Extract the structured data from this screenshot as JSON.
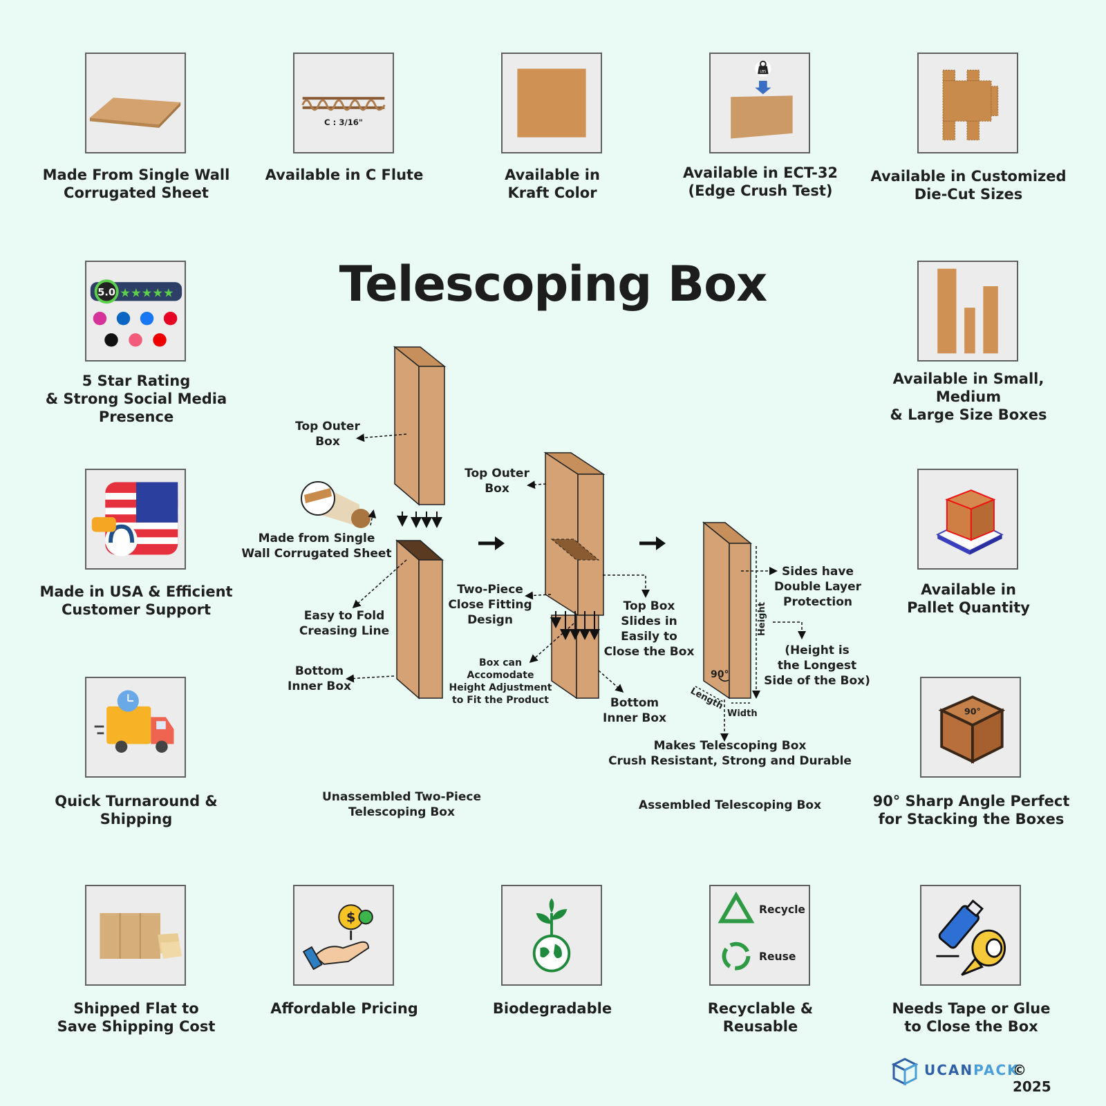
{
  "title": "Telescoping Box",
  "features": {
    "single_wall": "Made From Single Wall\nCorrugated Sheet",
    "c_flute": "Available in C Flute",
    "c_flute_label": "C : 3/16\"",
    "kraft": "Available in\nKraft Color",
    "ect": "Available in ECT-32\n(Edge Crush Test)",
    "ect_weight_label": "LBS",
    "die_cut": "Available in Customized\nDie-Cut Sizes",
    "rating": "5 Star Rating\n& Strong Social Media\nPresence",
    "rating_value": "5.0",
    "sizes": "Available in Small, Medium\n& Large Size Boxes",
    "usa": "Made in USA & Efficient\nCustomer Support",
    "pallet": "Available in\nPallet Quantity",
    "shipping": "Quick Turnaround &\nShipping",
    "angle": "90° Sharp Angle Perfect\nfor Stacking the Boxes",
    "angle_label": "90°",
    "flat": "Shipped Flat to\nSave Shipping Cost",
    "pricing": "Affordable Pricing",
    "biodegradable": "Biodegradable",
    "recyclable": "Recyclable &\nReusable",
    "recycle_label": "Recycle",
    "reuse_label": "Reuse",
    "tape": "Needs Tape or Glue\nto Close the Box"
  },
  "diagram": {
    "top_outer_box_1": "Top Outer\nBox",
    "made_from": "Made from Single\nWall Corrugated Sheet",
    "easy_fold": "Easy to Fold\nCreasing Line",
    "bottom_inner_1": "Bottom\nInner Box",
    "top_outer_box_2": "Top Outer\nBox",
    "two_piece": "Two-Piece\nClose Fitting\nDesign",
    "accommodate": "Box can\nAccomodate\nHeight Adjustment\nto Fit the Product",
    "top_slides": "Top Box\nSlides in\nEasily to\nClose the Box",
    "bottom_inner_2": "Bottom\nInner Box",
    "sides_double": "Sides have\nDouble Layer\nProtection",
    "height_longest": "(Height is\nthe Longest\nSide of the Box)",
    "height_axis": "Height",
    "length_axis": "Length",
    "width_axis": "Width",
    "angle": "90°",
    "crush": "Makes Telescoping Box\nCrush Resistant, Strong and Durable",
    "unassembled": "Unassembled Two-Piece\nTelescoping Box",
    "assembled": "Assembled Telescoping Box"
  },
  "footer": {
    "brand_a": "UCAN",
    "brand_b": "PACK",
    "copyright": "© 2025"
  },
  "colors": {
    "background": "#eafaf4",
    "kraft": "#d4a274",
    "kraft_dark": "#c78f5c"
  }
}
